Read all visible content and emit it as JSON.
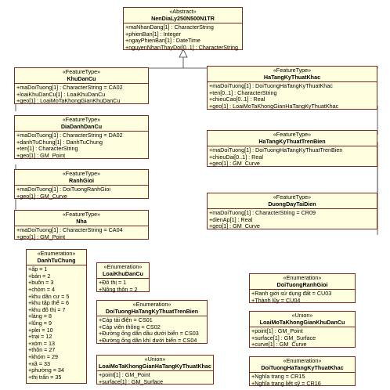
{
  "classes": {
    "nendialy": {
      "stereotype": "«Abstract»",
      "name": "NenDiaLy250N500N1TR",
      "attributes": [
        "+maNhanDang[1] : CharacterString",
        "+phienBan[1] : Integer",
        "+ngayPhienBan[1] : DateTime",
        "+nguyenNhanThayDoi[0..1] : CharacterString"
      ]
    },
    "khudancu": {
      "stereotype": "«FeatureType»",
      "name": "KhuDanCu",
      "attributes": [
        "+maDoiTuong[1] : CharacterString = CA02",
        "+loaiKhuDanCu[1] : LoaiKhuDanCu",
        "+geo[1] : LoaiMoTaKhongGianKhuDanCu"
      ]
    },
    "diadanhdancu": {
      "stereotype": "«FeatureType»",
      "name": "DiaDanhDanCu",
      "attributes": [
        "+maDoiTuong[1] : CharacterString = DA02",
        "+danhTuChung[1] : DanhTuChung",
        "+ten[1] : CharacterString",
        "+geo[1] : GM_Point"
      ]
    },
    "ranhgioi": {
      "stereotype": "«FeatureType»",
      "name": "RanhGioi",
      "attributes": [
        "+maDoiTuong[1] : DoiTuongRanhGioi",
        "+geo[1] : GM_Curve"
      ]
    },
    "nha": {
      "stereotype": "«FeatureType»",
      "name": "Nha",
      "attributes": [
        "+maDoiTuong[1] : CharacterString = CA04",
        "+geo[1] : GM_Point"
      ]
    },
    "hatangkythuatkhac": {
      "stereotype": "«FeatureType»",
      "name": "HaTangKyThuatKhac",
      "attributes": [
        "+maDoiTuong[1] : DoiTuongHaTangKyThuatKhac",
        "+ten[0..1] : CharacterString",
        "+chieuCao[0..1] : Real",
        "+geo[1] : LoaiMoTaKhongGianHaTangKyThuatKhac"
      ]
    },
    "hatangkythuattrenbien": {
      "stereotype": "«FeatureType»",
      "name": "HaTangKyThuatTrenBien",
      "attributes": [
        "+maDoiTuong[1] : DoiTuongHaTangKyThuatTrenBien",
        "+chieuDai[0..1] : Real",
        "+geo[1] : GM_Curve"
      ]
    },
    "duongdaytaidien": {
      "stereotype": "«FeatureType»",
      "name": "DuongDayTaiDien",
      "attributes": [
        "+maDoiTuong[1] : CharacterString = CR09",
        "+dienAp[1] : Real",
        "+geo[1] : GM_Curve"
      ]
    },
    "danhtuchung": {
      "stereotype": "«Enumeration»",
      "name": "DanhTuChung",
      "attributes": [
        "+ấp = 1",
        "+bản = 2",
        "+buôn = 3",
        "+chòm = 4",
        "+khu dân cư = 5",
        "+khu tập thể = 6",
        "+khu đô thị = 7",
        "+làng = 8",
        "+lũng = 9",
        "+plei = 10",
        "+trại = 12",
        "+xóm = 13",
        "+thôn = 27",
        "+khóm = 29",
        "+xã = 33",
        "+phường = 34",
        "+thị trấn = 35"
      ]
    },
    "loaikhudancu": {
      "stereotype": "«Enumeration»",
      "name": "LoaiKhuDanCu",
      "attributes": [
        "+Đô thị = 1",
        "+Nông thôn = 2"
      ]
    },
    "doituongranhgioi": {
      "stereotype": "«Enumeration»",
      "name": "DoiTuongRanhGioi",
      "attributes": [
        "+Ranh giới sử dụng đất = CU03",
        "+Thành lũy = CU04"
      ]
    },
    "doituonghatangtrenbien": {
      "stereotype": "«Enumeration»",
      "name": "DoiTuongHaTangKyThuatTrenBien",
      "attributes": [
        "+Cáp tải điện  = CS01",
        "+Cáp viễn thông = CS02",
        "+Đường ống dẫn dầu dưới biển = CS03",
        "+Đường ống dẫn khí dưới biển = CS04"
      ]
    },
    "loaimotakhudancu": {
      "stereotype": "«Union»",
      "name": "LoaiMoTaKhongGianKhuDanCu",
      "attributes": [
        "+point[1] : GM_Point",
        "+surface[1] : GM_Surface",
        "+curve[1] : GM_Curve"
      ]
    },
    "loaimotahatangkhac": {
      "stereotype": "«Union»",
      "name": "LoaiMoTaKhongGianHaTangKyThuatKhac",
      "attributes": [
        "+point[1] : GM_Point",
        "+surface[1] : GM_Surface"
      ]
    },
    "doituonghatangkhac": {
      "stereotype": "«Enumeration»",
      "name": "DoiTuongHaTangKyThuatKhac",
      "attributes": [
        "+Nghĩa trang = CR15",
        "+Nghĩa trang liệt sỹ = CR16"
      ]
    }
  },
  "colors": {
    "box_fill": "#ffffe0",
    "box_border": "#7a2a22",
    "connector": "#333333"
  }
}
